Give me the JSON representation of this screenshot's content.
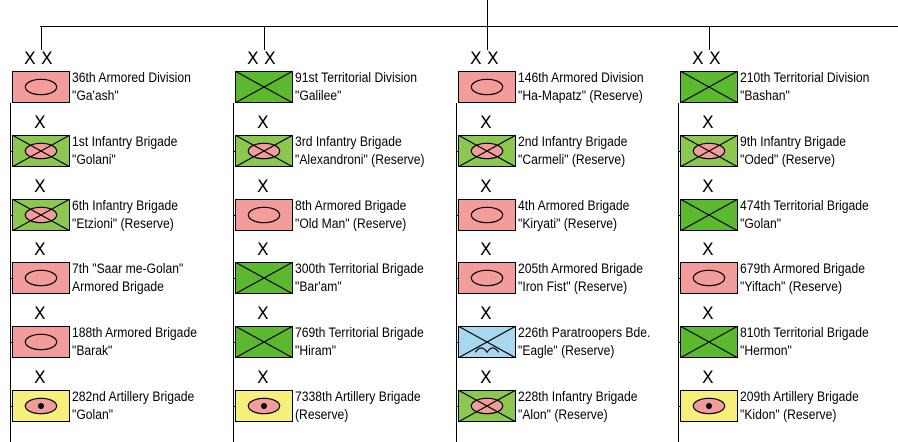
{
  "colors": {
    "armored_fill": "#f29c9c",
    "infantry_fill": "#8cc84f",
    "territorial_fill": "#5cb82e",
    "paratrooper_fill": "#a8d8f0",
    "artillery_fill": "#f5f07a",
    "outline": "#000000"
  },
  "columns": [
    {
      "headquarters": {
        "echelon": "XX",
        "type": "armored",
        "name": "36th Armored Division",
        "subtitle": "\"Ga'ash\""
      },
      "units": [
        {
          "echelon": "X",
          "type": "mech-infantry",
          "name": "1st Infantry Brigade",
          "subtitle": "\"Golani\""
        },
        {
          "echelon": "X",
          "type": "mech-infantry",
          "name": "6th Infantry Brigade",
          "subtitle": "\"Etzioni\" (Reserve)"
        },
        {
          "echelon": "X",
          "type": "armored",
          "name": "7th \"Saar me-Golan\"",
          "subtitle": "Armored Brigade"
        },
        {
          "echelon": "X",
          "type": "armored",
          "name": "188th Armored Brigade",
          "subtitle": "\"Barak\""
        },
        {
          "echelon": "X",
          "type": "artillery",
          "name": "282nd Artillery Brigade",
          "subtitle": "\"Golan\""
        }
      ]
    },
    {
      "headquarters": {
        "echelon": "XX",
        "type": "territorial",
        "name": "91st Territorial Division",
        "subtitle": "\"Galilee\""
      },
      "units": [
        {
          "echelon": "X",
          "type": "mech-infantry",
          "name": "3rd Infantry Brigade",
          "subtitle": "\"Alexandroni\" (Reserve)"
        },
        {
          "echelon": "X",
          "type": "armored",
          "name": "8th Armored Brigade",
          "subtitle": "\"Old Man\" (Reserve)"
        },
        {
          "echelon": "X",
          "type": "territorial",
          "name": "300th Territorial Brigade",
          "subtitle": "\"Bar'am\""
        },
        {
          "echelon": "X",
          "type": "territorial",
          "name": "769th Territorial Brigade",
          "subtitle": "\"Hiram\""
        },
        {
          "echelon": "X",
          "type": "artillery",
          "name": "7338th Artillery Brigade",
          "subtitle": "(Reserve)"
        }
      ]
    },
    {
      "headquarters": {
        "echelon": "XX",
        "type": "armored-plain",
        "name": "146th Armored Division",
        "subtitle": "\"Ha-Mapatz\" (Reserve)"
      },
      "units": [
        {
          "echelon": "X",
          "type": "mech-infantry",
          "name": "2nd Infantry Brigade",
          "subtitle": "\"Carmeli\" (Reserve)"
        },
        {
          "echelon": "X",
          "type": "armored",
          "name": "4th Armored Brigade",
          "subtitle": "\"Kiryati\" (Reserve)"
        },
        {
          "echelon": "X",
          "type": "armored",
          "name": "205th Armored Brigade",
          "subtitle": "\"Iron Fist\" (Reserve)"
        },
        {
          "echelon": "X",
          "type": "paratrooper",
          "name": "226th Paratroopers Bde.",
          "subtitle": "\"Eagle\" (Reserve)"
        },
        {
          "echelon": "X",
          "type": "mech-infantry",
          "name": "228th Infantry Brigade",
          "subtitle": "\"Alon\" (Reserve)"
        }
      ]
    },
    {
      "headquarters": {
        "echelon": "XX",
        "type": "territorial",
        "name": "210th Territorial Division",
        "subtitle": "\"Bashan\""
      },
      "units": [
        {
          "echelon": "X",
          "type": "mech-infantry",
          "name": "9th Infantry Brigade",
          "subtitle": "\"Oded\" (Reserve)"
        },
        {
          "echelon": "X",
          "type": "territorial",
          "name": "474th Territorial Brigade",
          "subtitle": "\"Golan\""
        },
        {
          "echelon": "X",
          "type": "armored",
          "name": "679th Armored Brigade",
          "subtitle": "\"Yiftach\" (Reserve)"
        },
        {
          "echelon": "X",
          "type": "territorial",
          "name": "810th Territorial Brigade",
          "subtitle": "\"Hermon\""
        },
        {
          "echelon": "X",
          "type": "artillery",
          "name": "209th Artillery Brigade",
          "subtitle": "\"Kidon\" (Reserve)"
        }
      ]
    }
  ]
}
